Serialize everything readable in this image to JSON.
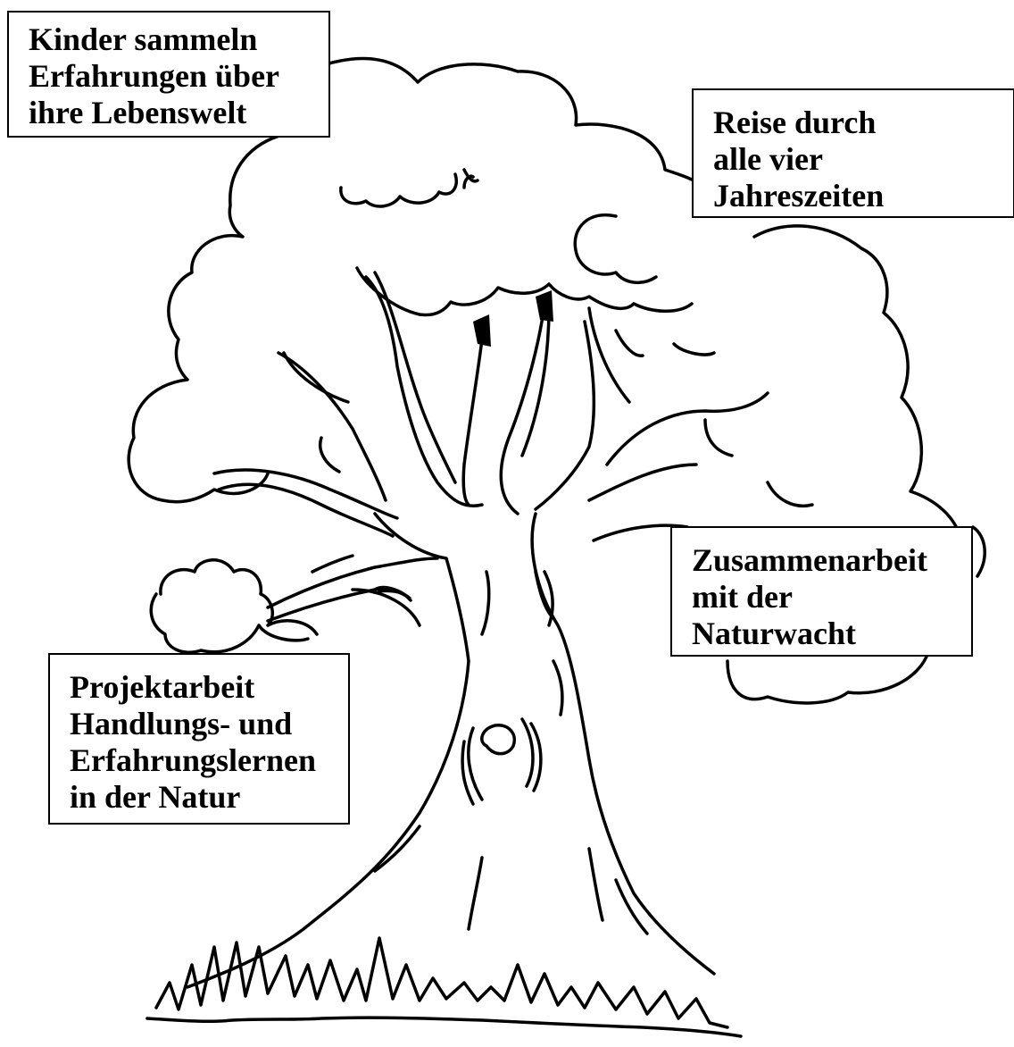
{
  "labels": {
    "lebenswelt": [
      "Kinder sammeln",
      "Erfahrungen über",
      "ihre Lebenswelt"
    ],
    "jahreszeiten": [
      "Reise durch",
      "alle vier",
      "Jahreszeiten"
    ],
    "naturwacht": [
      "Zusammenarbeit",
      "mit der",
      "Naturwacht"
    ],
    "projektarbeit": [
      "Projektarbeit",
      "Handlungs- und",
      "Erfahrungslernen",
      "in der Natur"
    ]
  },
  "colors": {
    "ink": "#000000",
    "paper": "#ffffff"
  },
  "icons": [
    "tree-illustration",
    "grass"
  ]
}
